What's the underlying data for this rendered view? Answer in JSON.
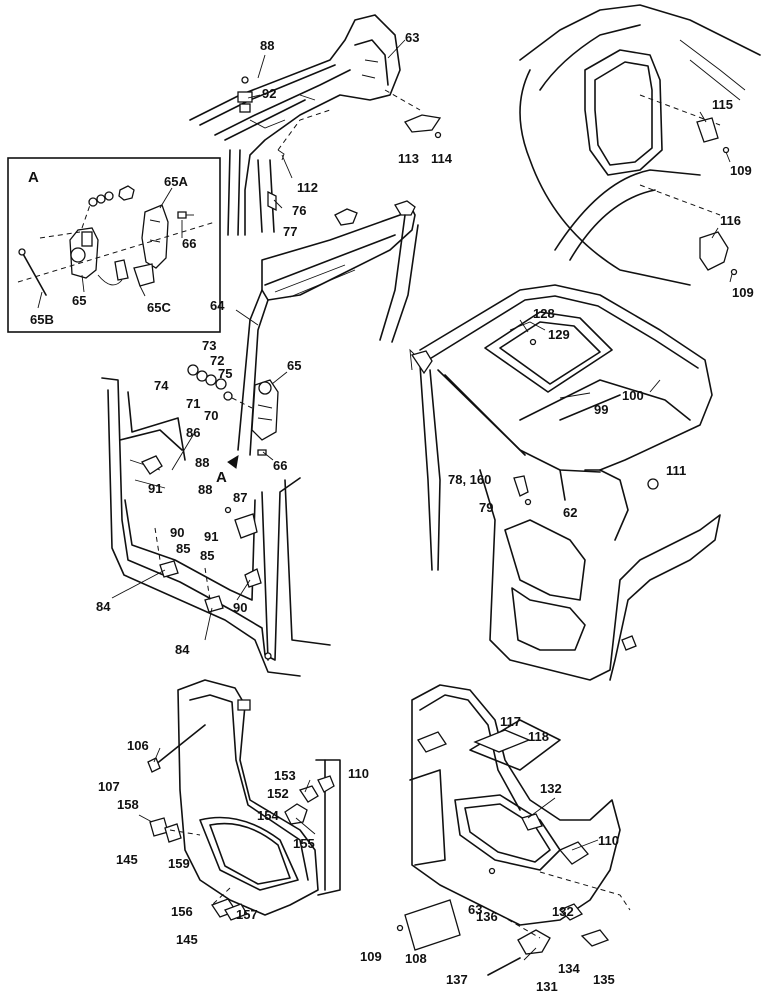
{
  "inset": {
    "title": "A"
  },
  "view_marker": "A",
  "callouts": [
    "88",
    "92",
    "63",
    "113",
    "114",
    "112",
    "76",
    "77",
    "115",
    "109",
    "116",
    "109",
    "65A",
    "66",
    "65",
    "65B",
    "65C",
    "64",
    "73",
    "72",
    "75",
    "74",
    "71",
    "70",
    "65",
    "66",
    "86",
    "88",
    "91",
    "88",
    "87",
    "90",
    "85",
    "91",
    "85",
    "90",
    "84",
    "84",
    "128",
    "129",
    "100",
    "99",
    "111",
    "78, 160",
    "79",
    "62",
    "106",
    "107",
    "158",
    "145",
    "159",
    "156",
    "157",
    "145",
    "153",
    "152",
    "154",
    "155",
    "110",
    "117",
    "118",
    "132",
    "110",
    "109",
    "108",
    "63",
    "136",
    "132",
    "137",
    "131",
    "134",
    "135"
  ]
}
